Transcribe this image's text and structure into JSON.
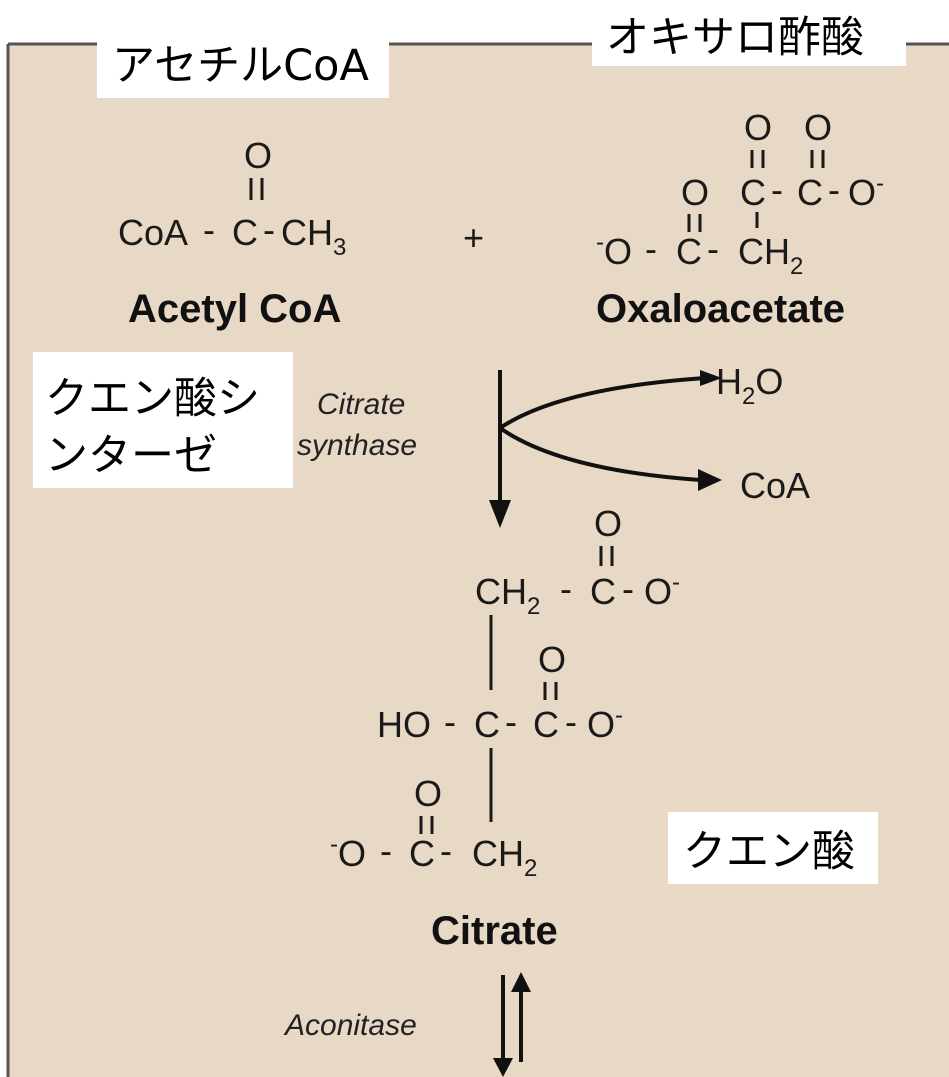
{
  "labels_jp": {
    "acetyl_coa": "アセチルCoA",
    "oxaloacetate": "オキサロ酢酸",
    "citrate_synthase_line1": "クエン酸シ",
    "citrate_synthase_line2": "ンターゼ",
    "citrate": "クエン酸"
  },
  "names": {
    "acetyl_coa": "Acetyl CoA",
    "oxaloacetate": "Oxaloacetate",
    "citrate": "Citrate"
  },
  "enzymes": {
    "citrate_synthase_line1": "Citrate",
    "citrate_synthase_line2": "synthase",
    "aconitase": "Aconitase"
  },
  "atoms": {
    "O": "O",
    "C": "C",
    "CoA": "CoA",
    "CH": "CH",
    "sub3": "3",
    "sub2": "2",
    "minus": "-",
    "plus": "+",
    "O_minus": "O",
    "HO": "HO"
  },
  "side_products": {
    "water_h": "H",
    "water_sub": "2",
    "water_o": "O",
    "coa": "CoA"
  },
  "colors": {
    "panel": "#e8d8c6",
    "frame": "#555555",
    "label_bg": "#ffffff"
  }
}
